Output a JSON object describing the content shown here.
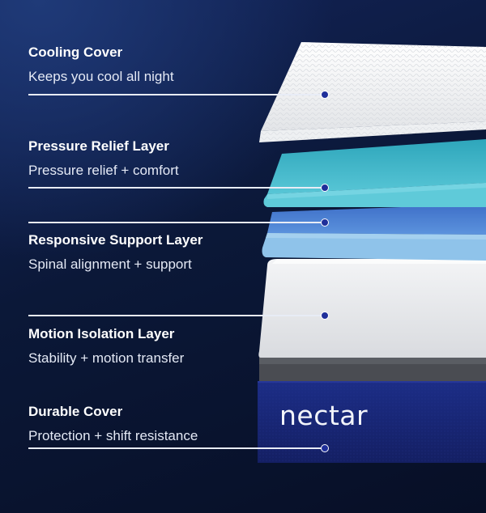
{
  "brand": "nectar",
  "colors": {
    "background": "#0b1838",
    "leader_line": "#e8ecf6",
    "dot_fill": "#1f2f9a",
    "cooling_cover": "#f4f5f6",
    "pressure_relief": "#3fb6c9",
    "responsive_support": "#4d86d6",
    "motion_isolation": "#e6e7ea",
    "durable_cover": "#1a2a7c"
  },
  "layers": [
    {
      "title": "Cooling Cover",
      "description": "Keeps you cool all night"
    },
    {
      "title": "Pressure Relief Layer",
      "description": "Pressure relief + comfort"
    },
    {
      "title": "Responsive Support Layer",
      "description": "Spinal alignment + support"
    },
    {
      "title": "Motion Isolation Layer",
      "description": "Stability + motion transfer"
    },
    {
      "title": "Durable Cover",
      "description": "Protection + shift resistance"
    }
  ]
}
